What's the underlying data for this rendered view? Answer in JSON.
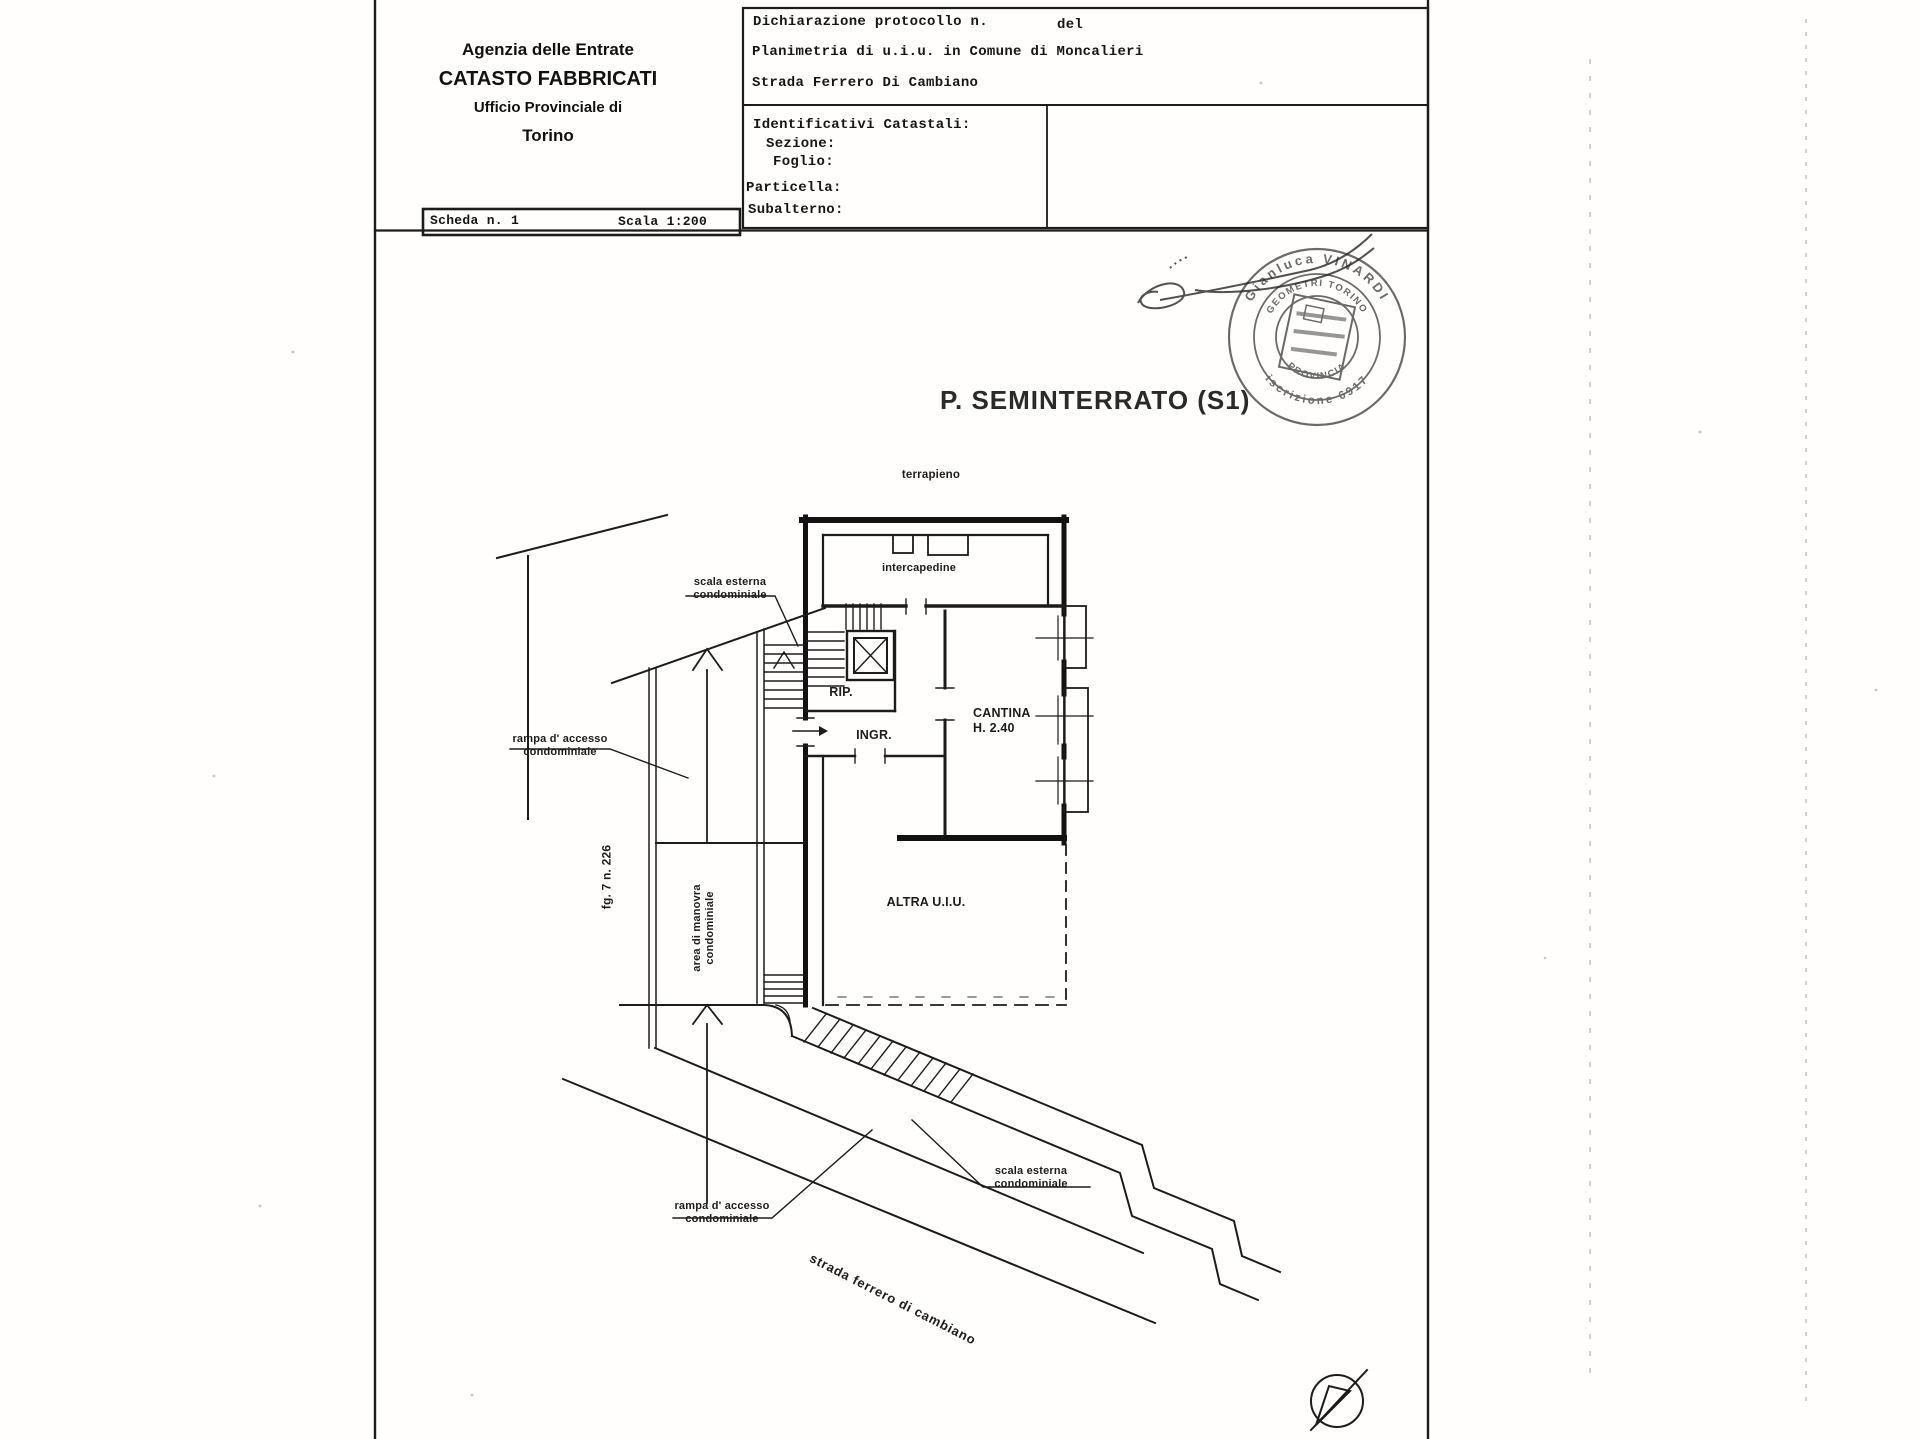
{
  "header": {
    "agency": "Agenzia delle Entrate",
    "office": "CATASTO FABBRICATI",
    "provincial": "Ufficio Provinciale di",
    "city": "Torino"
  },
  "declaration": {
    "protocol_label": "Dichiarazione protocollo n.",
    "protocol_del": "del",
    "planimetria": "Planimetria di u.i.u. in Comune di Moncalieri",
    "address": "Strada Ferrero Di Cambiano",
    "identifiers_title": "Identificativi Catastali:",
    "identifiers": [
      "Sezione:",
      "Foglio:",
      "Particella:",
      "Subalterno:"
    ]
  },
  "scheda_bar": {
    "scheda": "Scheda n. 1",
    "scala": "Scala 1:200"
  },
  "plan": {
    "title": "P. SEMINTERRATO (S1)",
    "labels": {
      "terrapieno": "terrapieno",
      "intercapedine": "intercapedine",
      "rip": "RIP.",
      "ingr": "INGR.",
      "cantina_line1": "CANTINA",
      "cantina_line2": "H. 2.40",
      "altra_uiu": "ALTRA U.I.U.",
      "scala_esterna_top_l1": "scala esterna",
      "scala_esterna_top_l2": "condominiale",
      "rampa_left_l1": "rampa d' accesso",
      "rampa_left_l2": "condominiale",
      "area_manovra_l1": "area di manovra",
      "area_manovra_l2": "condominiale",
      "fg_parcel": "fg. 7 n. 226",
      "scala_esterna_bottom_l1": "scala esterna",
      "scala_esterna_bottom_l2": "condominiale",
      "rampa_bottom_l1": "rampa d' accesso",
      "rampa_bottom_l2": "condominiale",
      "strada": "strada ferrero di cambiano"
    }
  },
  "stamp": {
    "name_arc": "Gianluca VINARDI",
    "bottom_arc": "iscrizione 6917",
    "inner_top_arc": "GEOMETRI TORINO",
    "inner_bottom_arc": "PROVINCIA"
  },
  "colors": {
    "ink": "#1b1b1b",
    "stamp_ink": "#4a4a4a"
  }
}
